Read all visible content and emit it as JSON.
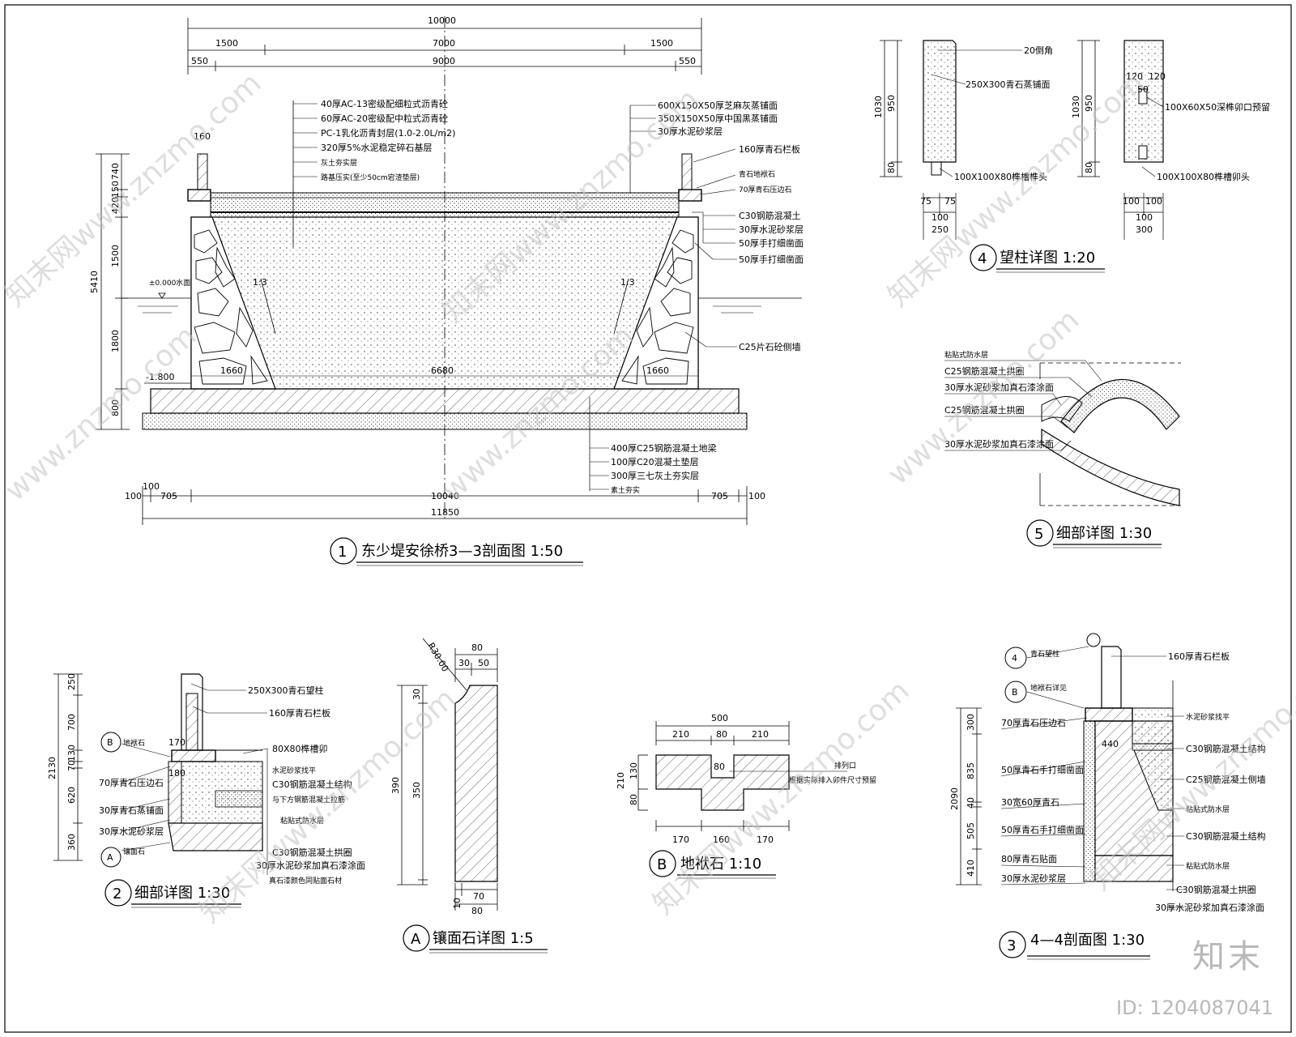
{
  "s1": {
    "title_num": "1",
    "title": "东少堤安徐桥3—3剖面图 1:50",
    "dims_top": [
      "10000",
      "1500",
      "7000",
      "1500",
      "550",
      "9000",
      "550"
    ],
    "dims_left": [
      "5410",
      "740",
      "150",
      "420",
      "1500",
      "1800",
      "800"
    ],
    "dims_bottom": [
      "100",
      "100",
      "705",
      "10040",
      "705",
      "100",
      "11850"
    ],
    "inner": [
      "1660",
      "6680",
      "1660",
      "1:3",
      "1:3",
      "160"
    ],
    "elev": [
      "±0.000水面",
      "-1.800"
    ],
    "labels_road": [
      "40厚AC-13密级配细粒式沥青砼",
      "60厚AC-20密级配中粒式沥青砼",
      "PC-1乳化沥青封层(1.0-2.0L/m2)",
      "320厚5%水泥稳定碎石基层",
      "灰土夯实层",
      "路基压实(至少50cm宕渣垫层)"
    ],
    "labels_right": [
      "600X150X50厚芝麻灰蒸铺面",
      "350X150X50厚中国黑蒸铺面",
      "30厚水泥砂浆层",
      "160厚青石栏板",
      "青石地袱石",
      "70厚青石压边石",
      "C30钢筋混凝土",
      "30厚水泥砂浆层",
      "50厚手打细凿面",
      "50厚手打细凿面",
      "C25片石砼侧墙"
    ],
    "labels_bottom": [
      "400厚C25钢筋混凝土地梁",
      "100厚C20混凝土垫层",
      "300厚三七灰土夯实层",
      "素土夯实"
    ]
  },
  "s4": {
    "title_num": "4",
    "title": "望柱详图 1:20",
    "dims": [
      "1030",
      "950",
      "80",
      "75",
      "75",
      "100",
      "250",
      "1030",
      "950",
      "80",
      "120",
      "120",
      "50",
      "100",
      "100",
      "100",
      "300"
    ],
    "labels": [
      "20倒角",
      "250X300青石蒸铺面",
      "100X100X80榫槽榫头",
      "100X60X50深榫卯口预留",
      "100X100X80榫槽卯头"
    ]
  },
  "s5": {
    "title_num": "5",
    "title": "细部详图 1:30",
    "labels": [
      "粘贴式防水层",
      "C25钢筋混凝土拱圈",
      "30厚水泥砂浆加真石漆涂面",
      "C25钢筋混凝土拱圈",
      "30厚水泥砂浆加真石漆涂面"
    ]
  },
  "s2": {
    "title_num": "2",
    "title": "细部详图 1:30",
    "dims": [
      "2130",
      "250",
      "700",
      "130",
      "70",
      "620",
      "360",
      "170",
      "180"
    ],
    "markers": [
      "B",
      "A"
    ],
    "labels": [
      "250X300青石望柱",
      "160厚青石栏板",
      "地袱石",
      "80X80榫槽卯",
      "70厚青石压边石",
      "水泥砂浆找平",
      "C30钢筋混凝土结构",
      "与下方钢筋混凝土拉筋",
      "30厚青石蒸铺面",
      "粘贴式防水层",
      "30厚水泥砂浆层",
      "镶面石",
      "C30钢筋混凝土拱圈",
      "30厚水泥砂浆加真石漆涂面",
      "真石漆颜色同贴面石材"
    ]
  },
  "sA": {
    "title_num": "A",
    "title": "镶面石详图 1:5",
    "dims": [
      "R30.00",
      "80",
      "30",
      "50",
      "390",
      "30",
      "350",
      "10",
      "70",
      "80"
    ]
  },
  "sB": {
    "title_num": "B",
    "title": "地袱石 1:10",
    "dims": [
      "500",
      "210",
      "80",
      "210",
      "210",
      "130",
      "80",
      "80",
      "170",
      "160",
      "170"
    ],
    "labels": [
      "排列口",
      "根据实际排入卯件尺寸预留"
    ]
  },
  "s3": {
    "title_num": "3",
    "title": "4—4剖面图 1:30",
    "dims": [
      "2090",
      "300",
      "835",
      "40",
      "505",
      "410",
      "440"
    ],
    "markers": [
      "4",
      "B"
    ],
    "labels_left": [
      "青石望柱",
      "地袱石详见",
      "70厚青石压边石",
      "50厚青石手打细凿面",
      "30宽60厚青石",
      "50厚青石手打细凿面",
      "80厚青石贴面",
      "30厚水泥砂浆层"
    ],
    "labels_right": [
      "160厚青石栏板",
      "水泥砂浆找平",
      "C30钢筋混凝土结构",
      "C25钢筋混凝土侧墙",
      "粘贴式防水层",
      "C30钢筋混凝土结构",
      "粘贴式防水层",
      "C30钢筋混凝土拱圈",
      "30厚水泥砂浆加真石漆涂面"
    ]
  },
  "watermark": {
    "site": "www.znzmo.com",
    "site2": "知末网www.znzmo.com",
    "brand": "知末",
    "id": "ID: 1204087041"
  }
}
